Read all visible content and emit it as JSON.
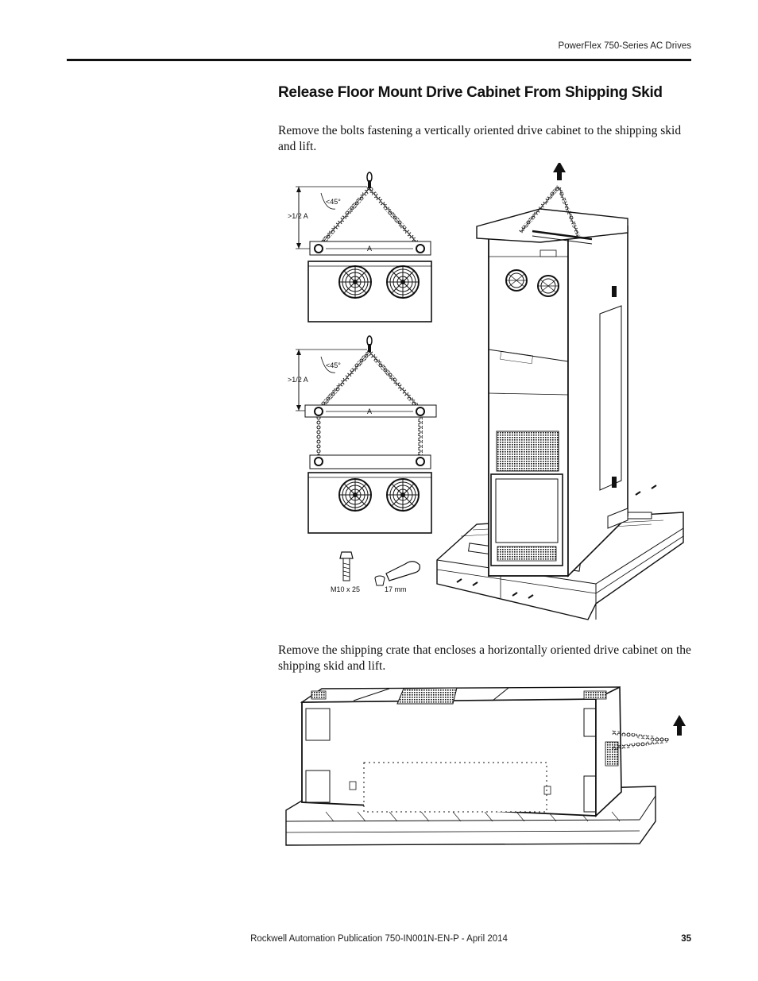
{
  "header": {
    "title": "PowerFlex 750-Series AC Drives"
  },
  "section": {
    "title": "Release Floor Mount Drive Cabinet From Shipping Skid"
  },
  "paragraphs": {
    "vertical": "Remove the bolts fastening a vertically oriented drive cabinet to the shipping skid and lift.",
    "horizontal": "Remove the shipping crate that encloses a horizontally oriented drive cabinet on the shipping skid and lift."
  },
  "figure_vertical": {
    "labels": {
      "angle_top": "<45°",
      "height_top": ">1/2 A",
      "span_top": "A",
      "angle_bottom": "<45°",
      "height_bottom": ">1/2 A",
      "span_bottom": "A",
      "bolt": "M10 x 25",
      "wrench": "17 mm"
    }
  },
  "footer": {
    "publication": "Rockwell Automation Publication 750-IN001N-EN-P - April 2014",
    "page_number": "35"
  }
}
